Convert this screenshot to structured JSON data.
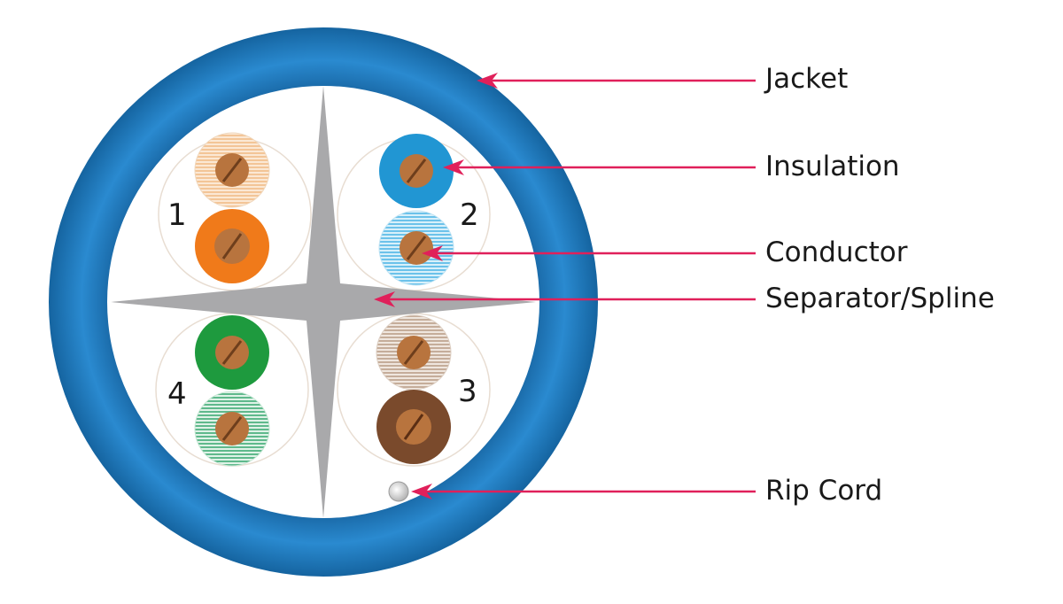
{
  "labels": {
    "jacket": "Jacket",
    "insulation": "Insulation",
    "conductor": "Conductor",
    "separator": "Separator/Spline",
    "rip_cord": "Rip Cord"
  },
  "pairs": [
    "1",
    "2",
    "3",
    "4"
  ],
  "colors": {
    "jacket": "#1f7dc0",
    "jacket_dark": "#15609a",
    "spline": "#a9a9ab",
    "leader_line": "#e0205a",
    "copper": "#b8743e",
    "pair1_solid": "#f07a1a",
    "pair1_stripe": "#f5c99d",
    "pair2_solid": "#2196d3",
    "pair2_stripe": "#8fd0ee",
    "pair3_solid": "#7a4a2c",
    "pair3_stripe": "#cdb8a8",
    "pair4_solid": "#1e9a3e",
    "pair4_stripe": "#7ec9a3"
  }
}
